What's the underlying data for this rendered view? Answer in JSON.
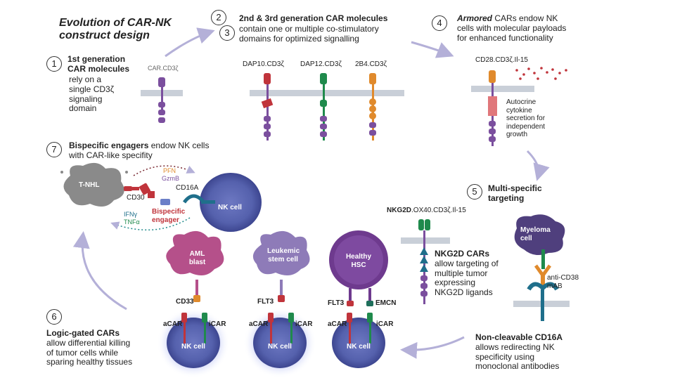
{
  "title": "Evolution of CAR-NK construct design",
  "panel1": {
    "number": "1",
    "heading": "1st generation CAR molecules",
    "desc": [
      "rely on a",
      "single CD3ζ",
      "signaling",
      "domain"
    ],
    "construct": "CAR.CD3ζ"
  },
  "panel23": {
    "number_a": "2",
    "number_b": "3",
    "heading": "2nd & 3rd generation CAR molecules",
    "desc": [
      "contain one or multiple co-stimulatory",
      "domains for optimized signalling"
    ],
    "constructs": [
      "DAP10.CD3ζ",
      "DAP12.CD3ζ",
      "2B4.CD3ζ"
    ]
  },
  "panel4": {
    "number": "4",
    "heading_em": "Armored",
    "heading_rest": "CARs endow NK",
    "desc": [
      "cells with molecular payloads",
      "for enhanced functionality"
    ],
    "construct": "CD28.CD3ζ.Il-15",
    "note": [
      "Autocrine",
      "cytokine",
      "secretion for",
      "independent",
      "growth"
    ]
  },
  "panel5": {
    "number": "5",
    "heading": [
      "Multi-specific",
      "targeting"
    ],
    "construct_bold": "NKG2D",
    "construct_rest": ".OX40.CD3ζ.Il-15",
    "sub_heading": "NKG2D CARs",
    "desc": [
      "allow targeting of",
      "multiple tumor",
      "expressing",
      "NKG2D ligands"
    ],
    "cell": "Myeloma cell",
    "antibody": [
      "anti-CD38",
      "mAB"
    ],
    "sub2_heading": "Non-cleavable CD16A",
    "sub2_desc": [
      "allows redirecting NK",
      "specificity using",
      "monoclonal antibodies"
    ]
  },
  "panel6": {
    "number": "6",
    "heading": "Logic-gated CARs",
    "desc": [
      "allow differential killing",
      "of  tumor cells while",
      "sparing healthy tissues"
    ],
    "cells": [
      "AML blast",
      "Leukemic stem cell",
      "Healthy HSC"
    ],
    "targets": [
      "CD33",
      "FLT3",
      "FLT3",
      "EMCN"
    ],
    "acar": "aCAR",
    "icar": "iCAR",
    "nk": "NK cell"
  },
  "panel7": {
    "number": "7",
    "heading_bold": "Bispecific engagers",
    "heading_rest": "endow NK cells",
    "desc": "with CAR-like specifity",
    "tumor": "T-NHL",
    "cd30": "CD30",
    "cd16a": "CD16A",
    "pfn": "PFN",
    "gzmb": "GzmB",
    "ifn": "IFNγ",
    "tnf": "TNFα",
    "engager": [
      "Bispecific",
      "engager"
    ],
    "nk": "NK cell"
  },
  "colors": {
    "red": "#c0343b",
    "green": "#1f8a4c",
    "purple": "#7b4f9e",
    "orange": "#e08a2c",
    "teal": "#1f6f8b",
    "nk": "#5a64a8",
    "arrow": "#b4b0d8"
  }
}
